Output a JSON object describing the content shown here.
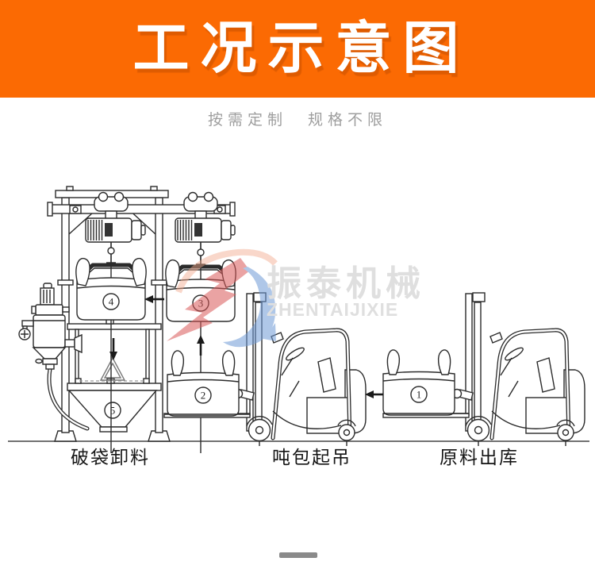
{
  "header": {
    "title": "工况示意图",
    "bg_color": "#fb6a03",
    "text_color": "#ffffff"
  },
  "subtitle": {
    "left": "按需定制",
    "right": "规格不限",
    "color": "#9e9e9e"
  },
  "watermark": {
    "brand_cn": "振泰机械",
    "brand_en": "ZHENTAIJIXIE",
    "logo_red": "#d95858",
    "logo_blue": "#6f9bd6",
    "logo_orange": "#f2a98c",
    "text_gray": "#c6c6c6"
  },
  "stations": [
    {
      "label": "破袋卸料"
    },
    {
      "label": "吨包起吊"
    },
    {
      "label": "原料出库"
    }
  ],
  "step_markers": {
    "bag_outbound": "1",
    "bag_on_forklift": "2",
    "bag_hoisted": "3",
    "bag_unloading": "4",
    "discharge_hopper": "5"
  },
  "footer": {
    "scrollbar_color": "#8a8a8a"
  }
}
